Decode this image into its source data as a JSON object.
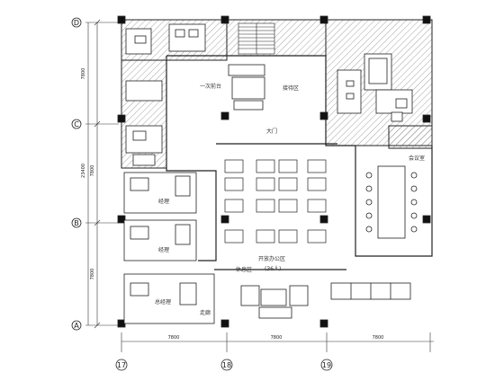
{
  "grid": {
    "rows": [
      "D",
      "C",
      "B",
      "A"
    ],
    "cols": [
      "17",
      "18",
      "19"
    ]
  },
  "dimensions": {
    "left": [
      "7800",
      "7800",
      "23400",
      "7800"
    ],
    "bottom": [
      "7800",
      "7800",
      "7800"
    ]
  },
  "rooms": {
    "lobby_small": "一次前台",
    "reception": "接待区",
    "entrance": "大门",
    "meeting": "会议室",
    "office_open": "开放办公区",
    "office_open_sub": "(36人)",
    "lounge": "休息区",
    "manager_office_1": "经理",
    "manager_office_2": "经理",
    "gm_office": "总经理",
    "corridor": "走廊"
  }
}
